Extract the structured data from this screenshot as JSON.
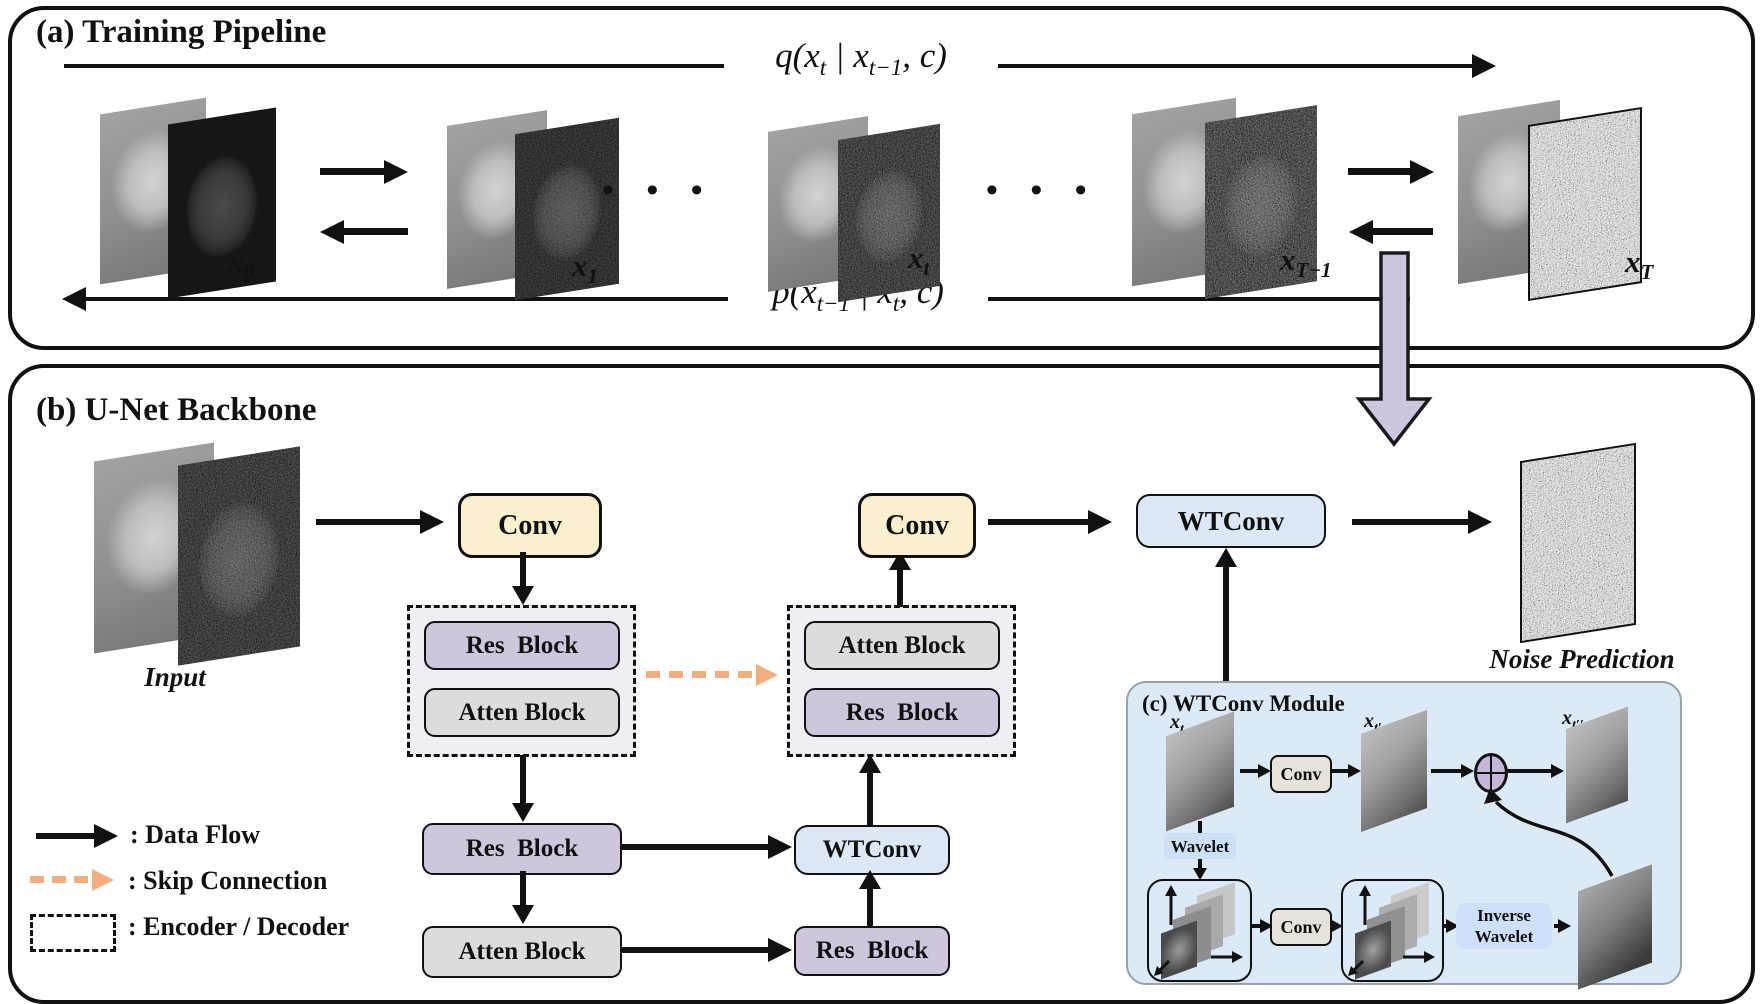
{
  "panel_a": {
    "title": "(a) Training Pipeline",
    "q_formula": {
      "p1": "q(x",
      "s1": "t",
      "p2": " | x",
      "s2": "t−1",
      "p3": ", c)"
    },
    "p_formula": {
      "p1": "p(x",
      "s1": "t−1",
      "p2": " | x",
      "s2": "t",
      "p3": ", c)"
    },
    "dots": "• • •",
    "states": [
      {
        "base": "x",
        "sub": "0"
      },
      {
        "base": "x",
        "sub": "1"
      },
      {
        "base": "x",
        "sub": "t"
      },
      {
        "base": "x",
        "sub": "T−1"
      },
      {
        "base": "x",
        "sub": "T"
      }
    ]
  },
  "panel_b": {
    "title": "(b) U-Net Backbone",
    "input_label": "Input",
    "noise_label": "Noise Prediction",
    "blocks": {
      "conv": "Conv",
      "res": "Res  Block",
      "atten": "Atten Block",
      "wtconv": "WTConv"
    },
    "legend": [
      {
        "label": ": Data Flow"
      },
      {
        "label": ": Skip Connection"
      },
      {
        "label": ": Encoder / Decoder"
      }
    ]
  },
  "panel_c": {
    "title": "(c) WTConv Module",
    "conv_label": "Conv",
    "wavelet_label": "Wavelet",
    "inverse_label": "Inverse",
    "inverse_label2": "Wavelet",
    "x_t": {
      "base": "x",
      "sub": "t"
    },
    "x_t_prime": {
      "base": "x",
      "sub": "t′"
    },
    "x_t_doubleprime": {
      "base": "x",
      "sub": "t′′"
    }
  },
  "colors": {
    "conv_fill": "#FBF0CE",
    "res_fill": "#CFC5DC",
    "atten_fill": "#DCDCDC",
    "wtconv_fill": "#DCE8F6",
    "module_bg": "#DCE9F6",
    "tag_bg": "#CDE0F7",
    "skip_arrow": "#F2AE7E",
    "transition_arrow": "#CFC5DE",
    "encoder_box_bg": "#F0EDF5",
    "line": "#111111"
  }
}
